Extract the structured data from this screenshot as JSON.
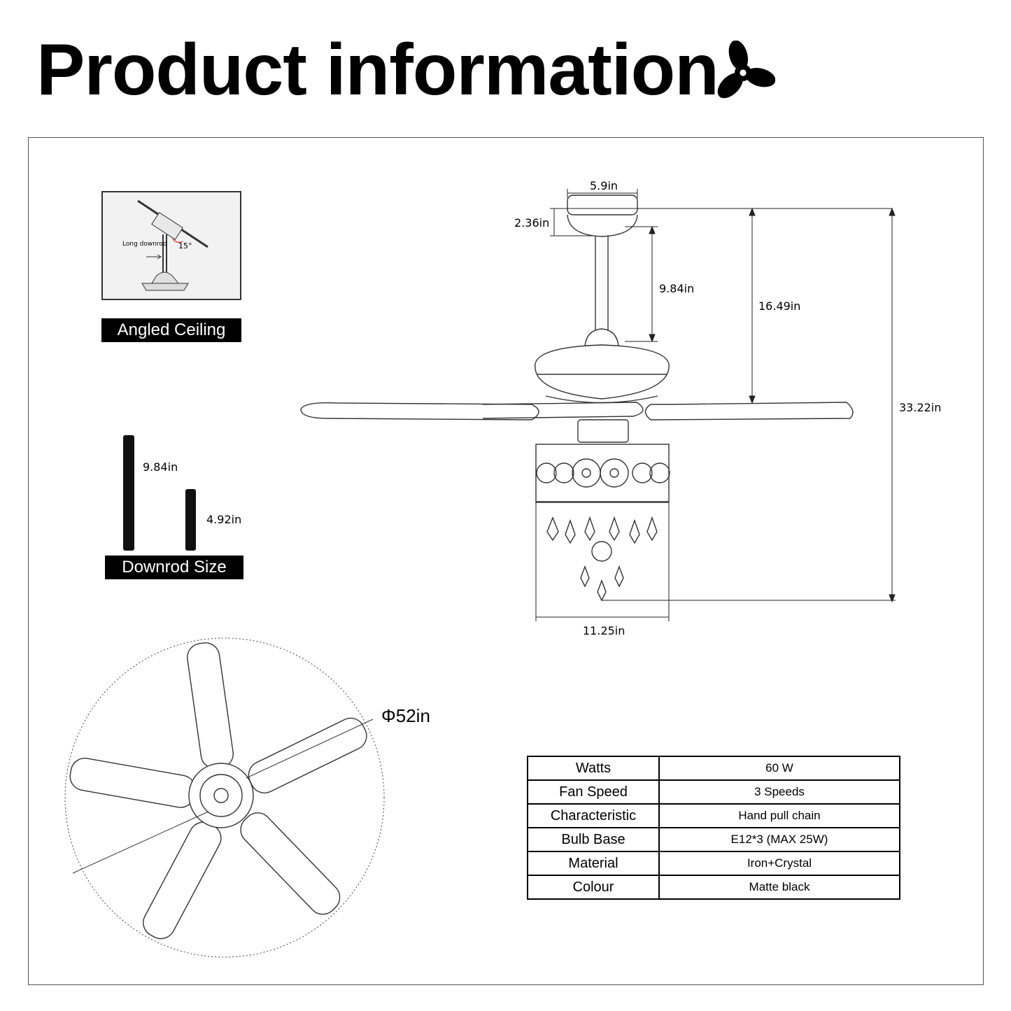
{
  "title": "Product information",
  "icons": {
    "header": "fan-icon"
  },
  "angled_ceiling": {
    "label": "Angled Ceiling",
    "downrod_text": "Long downrod",
    "angle_text": "15°"
  },
  "downrod": {
    "label": "Downrod Size",
    "long": "9.84in",
    "short": "4.92in"
  },
  "dimensions": {
    "canopy_width": "5.9in",
    "canopy_height": "2.36in",
    "downrod_length": "9.84in",
    "ceiling_to_blade": "16.49in",
    "total_height": "33.22in",
    "light_width": "11.25in"
  },
  "diameter": "Φ52in",
  "specs": [
    {
      "key": "Watts",
      "value": "60 W"
    },
    {
      "key": "Fan Speed",
      "value": "3 Speeds"
    },
    {
      "key": "Characteristic",
      "value": "Hand pull chain"
    },
    {
      "key": "Bulb Base",
      "value": "E12*3  (MAX 25W)"
    },
    {
      "key": "Material",
      "value": "Iron+Crystal"
    },
    {
      "key": "Colour",
      "value": "Matte black"
    }
  ]
}
